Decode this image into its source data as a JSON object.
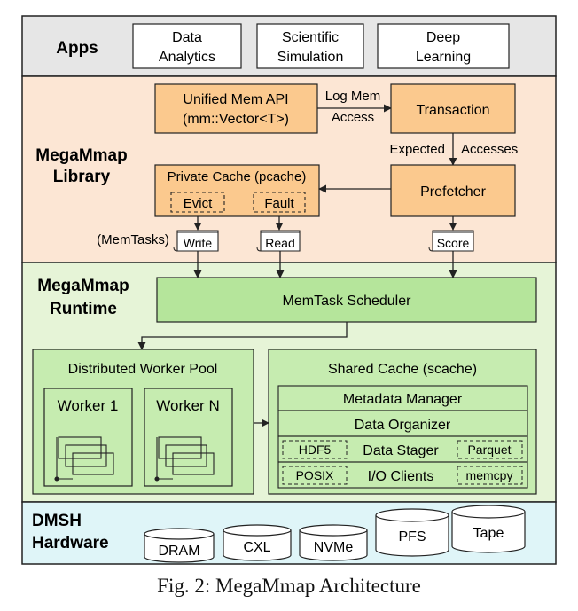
{
  "layers": {
    "apps": {
      "label": "Apps",
      "items": [
        {
          "line1": "Data",
          "line2": "Analytics"
        },
        {
          "line1": "Scientific",
          "line2": "Simulation"
        },
        {
          "line1": "Deep",
          "line2": "Learning"
        }
      ]
    },
    "library": {
      "label_line1": "MegaMmap",
      "label_line2": "Library"
    },
    "runtime": {
      "label_line1": "MegaMmap",
      "label_line2": "Runtime"
    },
    "hardware": {
      "label_line1": "DMSH",
      "label_line2": "Hardware"
    }
  },
  "library": {
    "api": {
      "line1": "Unified Mem API",
      "line2": "(mm::Vector<T>)"
    },
    "log_mem": {
      "line1": "Log Mem",
      "line2": "Access"
    },
    "transaction": "Transaction",
    "expected": "Expected",
    "accesses": "Accesses",
    "pcache": "Private Cache (pcache)",
    "evict": "Evict",
    "fault": "Fault",
    "prefetcher": "Prefetcher",
    "memtasks": "(MemTasks)",
    "write": "Write",
    "read": "Read",
    "score": "Score"
  },
  "runtime": {
    "scheduler": "MemTask Scheduler",
    "worker_pool": "Distributed Worker Pool",
    "worker1": "Worker 1",
    "workerN": "Worker N",
    "scache": "Shared Cache (scache)",
    "metadata": "Metadata Manager",
    "organizer": "Data Organizer",
    "stager": "Data Stager",
    "hdf5": "HDF5",
    "parquet": "Parquet",
    "io": "I/O Clients",
    "posix": "POSIX",
    "memcpy": "memcpy"
  },
  "hardware": {
    "devices": [
      "DRAM",
      "CXL",
      "NVMe",
      "PFS",
      "Tape"
    ]
  },
  "caption": "Fig. 2: MegaMmap Architecture",
  "colors": {
    "apps_bg": "#e6e6e6",
    "library_bg": "#fce6d4",
    "runtime_bg": "#e6f4d7",
    "hardware_bg": "#dff5f8",
    "orange_box": "#fbc98e",
    "green_box": "#b5e59b",
    "pool_bg": "#c6ecb0"
  }
}
